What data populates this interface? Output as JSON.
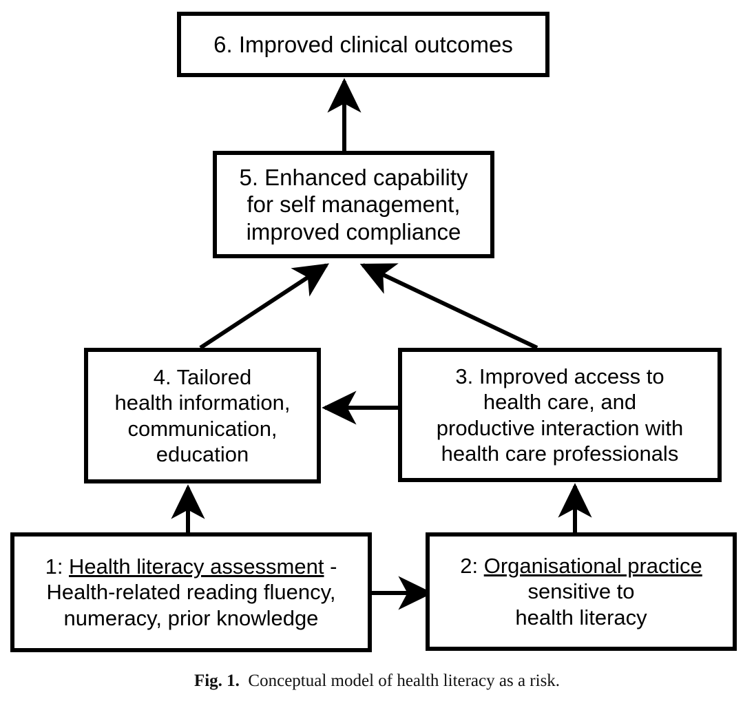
{
  "figure": {
    "caption_tag": "Fig. 1.",
    "caption_text": "Conceptual model of health literacy as a risk.",
    "background_color": "#ffffff",
    "stroke_color": "#000000"
  },
  "nodes": {
    "box6": {
      "id": "6",
      "text": "6. Improved clinical outcomes"
    },
    "box5": {
      "id": "5",
      "text": "5. Enhanced capability\nfor self management,\nimproved compliance"
    },
    "box4": {
      "id": "4",
      "text": "4. Tailored\nhealth information,\ncommunication,\neducation"
    },
    "box3": {
      "id": "3",
      "text": "3. Improved access to\nhealth care, and\nproductive interaction with\nhealth care professionals"
    },
    "box1": {
      "id": "1",
      "prefix": "1: ",
      "underlined": "Health literacy assessment",
      "suffix": " -",
      "rest": "\nHealth-related reading fluency,\nnumeracy, prior knowledge"
    },
    "box2": {
      "id": "2",
      "prefix": "2: ",
      "underlined": "Organisational practice",
      "rest": "\nsensitive to\nhealth literacy"
    }
  },
  "edges": [
    {
      "name": "edge-5-to-6",
      "from": "box5",
      "to": "box6",
      "style": "vertical-arrow-up"
    },
    {
      "name": "edge-4-to-5",
      "from": "box4",
      "to": "box5",
      "style": "diagonal-arrow-up-right"
    },
    {
      "name": "edge-3-to-5",
      "from": "box3",
      "to": "box5",
      "style": "diagonal-arrow-up-left"
    },
    {
      "name": "edge-3-to-4",
      "from": "box3",
      "to": "box4",
      "style": "horizontal-arrow-left"
    },
    {
      "name": "edge-1-to-4",
      "from": "box1",
      "to": "box4",
      "style": "vertical-arrow-up"
    },
    {
      "name": "edge-2-to-3",
      "from": "box2",
      "to": "box3",
      "style": "vertical-arrow-up"
    },
    {
      "name": "edge-1-to-2",
      "from": "box1",
      "to": "box2",
      "style": "horizontal-arrow-right"
    }
  ]
}
